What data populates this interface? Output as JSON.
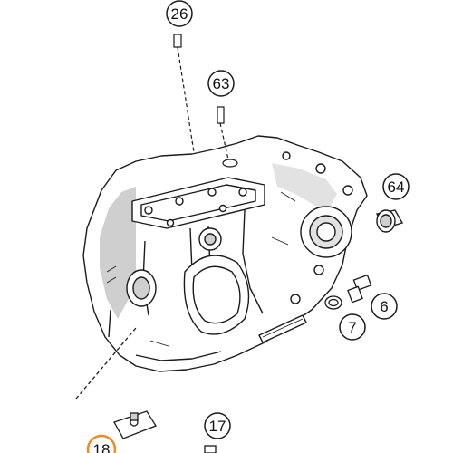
{
  "diagram": {
    "callouts": [
      {
        "id": "c26",
        "label": "26"
      },
      {
        "id": "c63",
        "label": "63"
      },
      {
        "id": "c64",
        "label": "64"
      },
      {
        "id": "c6",
        "label": "6"
      },
      {
        "id": "c7",
        "label": "7"
      },
      {
        "id": "c17",
        "label": "17"
      },
      {
        "id": "c18",
        "label": "18",
        "highlight_color": "#f08a24"
      }
    ],
    "colors": {
      "line": "#1a1a1a",
      "housing_shadow": "#cfcfcf",
      "accent": "#f08a24"
    }
  }
}
